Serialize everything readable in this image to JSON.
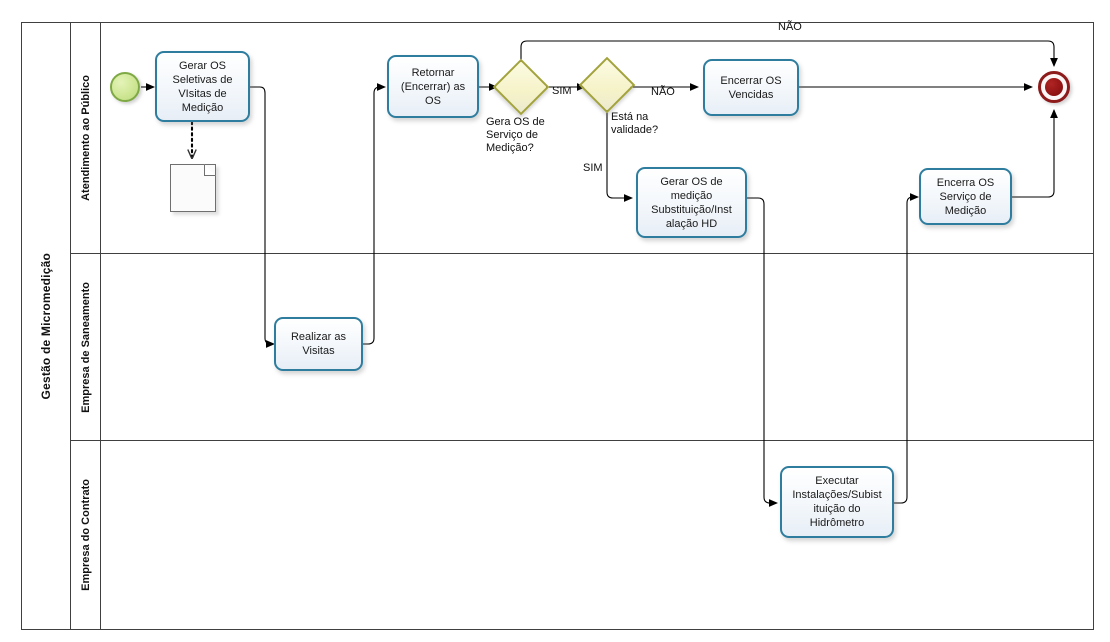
{
  "pool": {
    "name": "Gestão de Micromedição"
  },
  "lanes": [
    {
      "id": "lane-atendimento",
      "label": "Atendimento ao Público"
    },
    {
      "id": "lane-saneamento",
      "label": "Empresa de Saneamento"
    },
    {
      "id": "lane-contrato",
      "label": "Empresa do Contrato"
    }
  ],
  "events": {
    "start": {
      "name": "start-event",
      "label": ""
    },
    "end": {
      "name": "end-event",
      "label": ""
    }
  },
  "tasks": [
    {
      "id": "task-gerar-os-seletivas",
      "label": "Gerar OS Seletivas  de VIsitas de Medição"
    },
    {
      "id": "task-realizar-visitas",
      "label": "Realizar as Visitas"
    },
    {
      "id": "task-retornar-encerrar-os",
      "label": "Retornar (Encerrar) as OS"
    },
    {
      "id": "task-encerrar-os-vencidas",
      "label": "Encerrar OS Vencidas"
    },
    {
      "id": "task-gerar-os-substituicao",
      "label": "Gerar OS  de medição Substituição/Inst alação HD"
    },
    {
      "id": "task-encerra-os-servico",
      "label": "Encerra OS Serviço de Medição"
    },
    {
      "id": "task-executar-instalacoes",
      "label": "Executar Instalações/Subist ituição do Hidrômetro"
    }
  ],
  "gateways": [
    {
      "id": "gateway-gera-os-servico",
      "label": "Gera OS de Serviço de Medição?"
    },
    {
      "id": "gateway-esta-na-validade",
      "label": "Está na validade?"
    }
  ],
  "data_objects": [
    {
      "id": "data-object-1",
      "label": ""
    }
  ],
  "flow_labels": [
    {
      "id": "flow-label-nao-top",
      "text": "NÃO"
    },
    {
      "id": "flow-label-sim-gateway1",
      "text": "SIM"
    },
    {
      "id": "flow-label-nao-gateway2",
      "text": "NÃO"
    },
    {
      "id": "flow-label-sim-gateway2",
      "text": "SIM"
    }
  ],
  "colors": {
    "task_border": "#2e7d9e",
    "gateway_border": "#a3a33b",
    "gateway_fill": "#f6f3c8",
    "start_border": "#7fa945",
    "start_fill": "#cfe795",
    "end_border": "#8e1b1b",
    "end_fill": "#8e1111",
    "pool_border": "#404040",
    "connector": "#000000"
  }
}
